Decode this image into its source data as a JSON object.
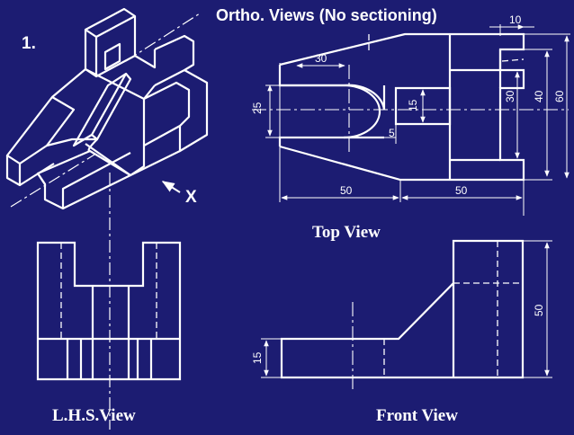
{
  "slide": {
    "number": "1.",
    "title": "Ortho. Views (No sectioning)",
    "direction_marker": "X"
  },
  "views": {
    "top": "Top View",
    "front": "Front View",
    "lhs": "L.H.S.View"
  },
  "dimensions": {
    "top_width_top": "10",
    "top_width_30": "30",
    "top_len_50a": "50",
    "top_len_50b": "50",
    "top_height_25": "25",
    "top_height_15": "15",
    "top_height_5": "5",
    "top_height_30": "30",
    "top_height_40": "40",
    "top_height_60": "60",
    "front_height_15": "15",
    "front_height_50": "50"
  },
  "colors": {
    "background": "#1c1c72",
    "line": "#ffffff"
  }
}
